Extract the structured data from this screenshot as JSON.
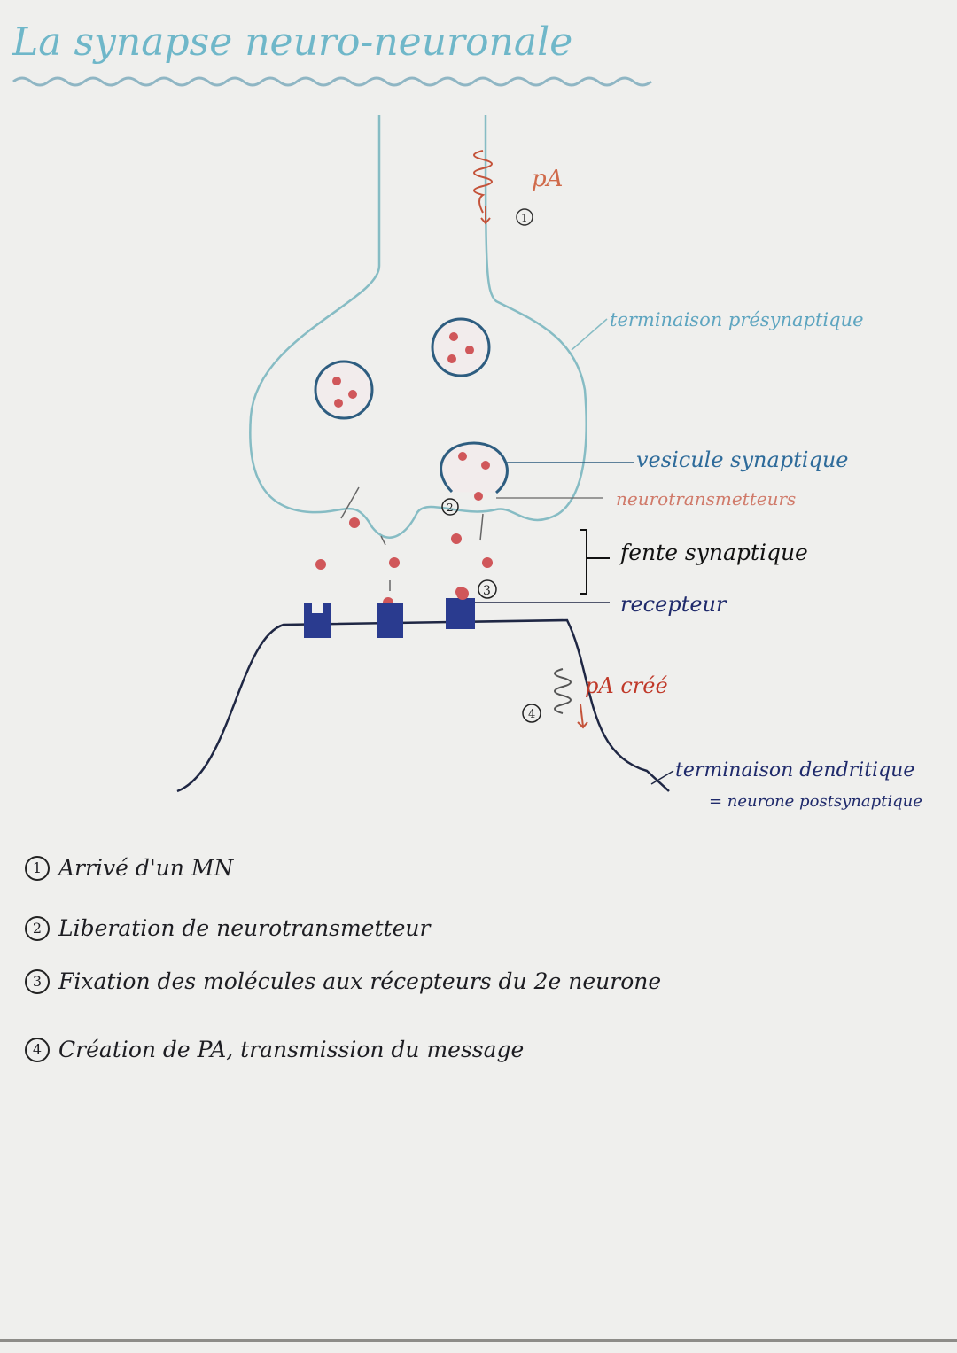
{
  "title": "La synapse neuro-neuronale",
  "colors": {
    "paper": "#efefed",
    "presynaptic": "#7fb8c2",
    "vesicle": "#2e5d80",
    "neurotransmitter": "#d0575a",
    "receptor": "#2a3b8f",
    "ink": "#1d1d22",
    "pa": "#c85a3a"
  },
  "diagram": {
    "labels": {
      "pa_top": "pA",
      "step1_marker": "1",
      "presynaptic": "terminaison présynaptique",
      "vesicle": "vesicule synaptique",
      "neurotransmitters": "neurotransmetteurs",
      "cleft": "fente synaptique",
      "receptor": "recepteur",
      "pa_created": "pA créé",
      "dendritic": "terminaison dendritique",
      "postsynaptic": "= neurone postsynaptique",
      "step2_marker": "2",
      "step3_marker": "3",
      "step4_marker": "4"
    }
  },
  "legend": [
    {
      "num": "1",
      "text": "Arrivé d'un MN"
    },
    {
      "num": "2",
      "text": "Liberation de neurotransmetteur"
    },
    {
      "num": "3",
      "text": "Fixation des molécules aux récepteurs du 2e neurone"
    },
    {
      "num": "4",
      "text": "Création de PA, transmission du message"
    }
  ]
}
